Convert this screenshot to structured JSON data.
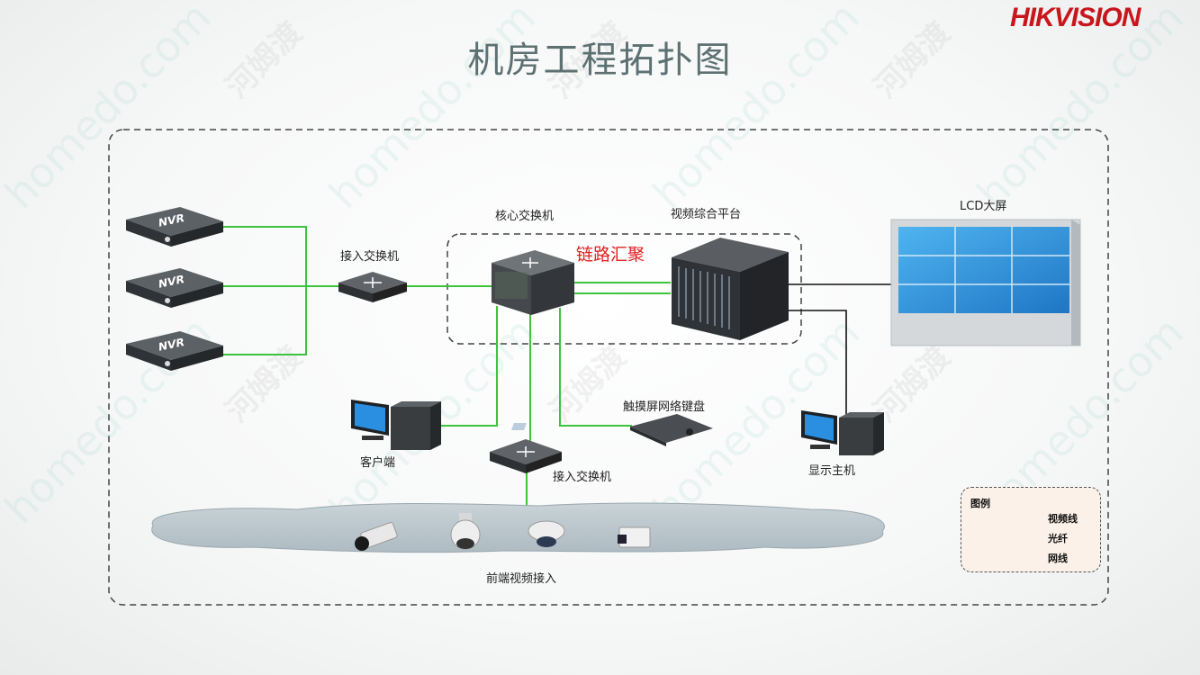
{
  "brand": {
    "logo_text": "HIKVISION",
    "color": "#c8161d"
  },
  "title": "机房工程拓扑图",
  "watermark": {
    "site": "homedo.com",
    "cn": "河姆渡"
  },
  "nodes": {
    "nvr_label": "NVR",
    "access_switch_top": "接入交换机",
    "core_switch": "核心交换机",
    "video_platform": "视频综合平台",
    "link_aggregation": "链路汇聚",
    "lcd_screen": "LCD大屏",
    "touch_keyboard": "触摸屏网络键盘",
    "client": "客户端",
    "access_switch_bottom": "接入交换机",
    "display_host": "显示主机",
    "front_end": "前端视频接入"
  },
  "legend": {
    "title": "图例",
    "items": [
      {
        "label": "视频线",
        "color": "#111111"
      },
      {
        "label": "光纤",
        "color": "#f0e23a"
      },
      {
        "label": "网线",
        "color": "#3cc43c"
      }
    ]
  },
  "colors": {
    "network_line": "#3cc43c",
    "video_line": "#111111",
    "fiber_line": "#f0e23a",
    "title": "#5d7173"
  }
}
